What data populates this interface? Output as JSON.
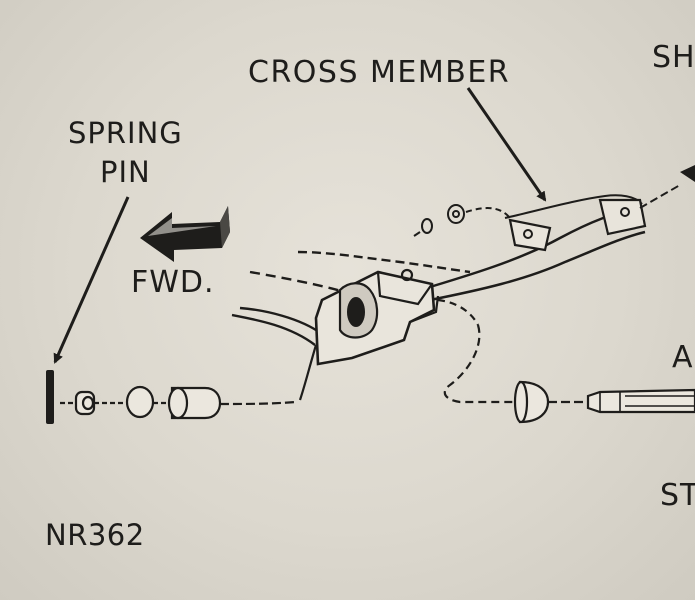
{
  "labels": {
    "cross_member": "CROSS MEMBER",
    "sh_partial": "SH",
    "spring_line1": "SPRING",
    "spring_line2": "PIN",
    "fwd": "FWD.",
    "a_partial": "A",
    "st_partial": "ST",
    "figure_code": "NR362"
  },
  "colors": {
    "ink": "#1e1d1b",
    "paper": "#dcd8ce"
  }
}
